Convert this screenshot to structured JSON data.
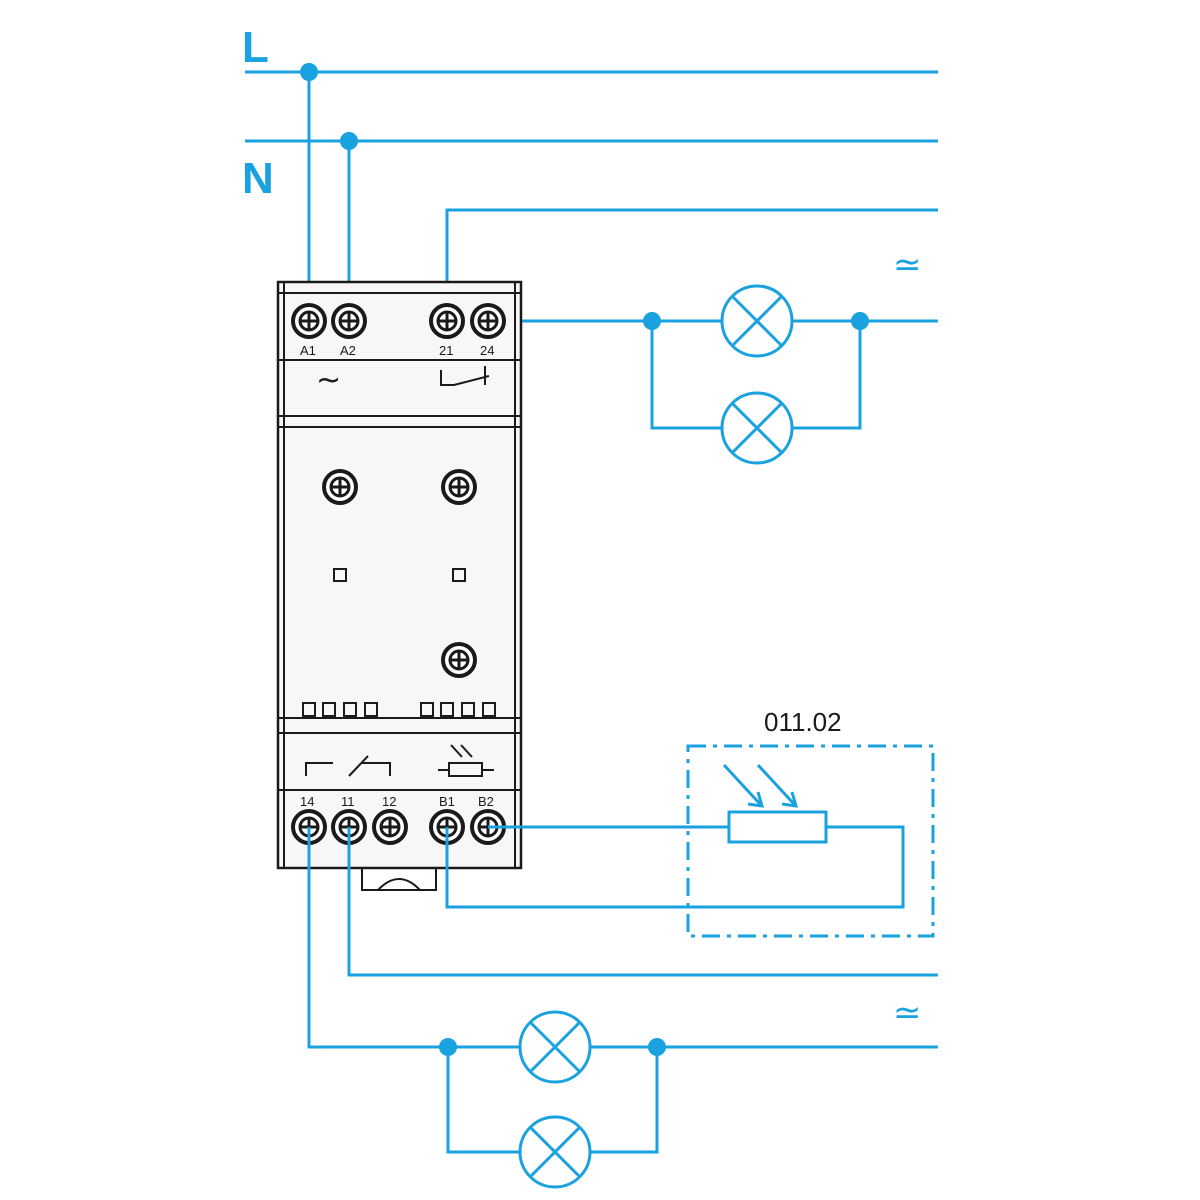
{
  "lines": {
    "live": "L",
    "neutral": "N"
  },
  "ac_symbol": "≃",
  "sensor_ref": "011.02",
  "device": {
    "top_terminals": [
      "A1",
      "A2",
      "21",
      "24"
    ],
    "bottom_terminals": [
      "14",
      "11",
      "12",
      "B1",
      "B2"
    ],
    "supply_symbol": "~"
  },
  "colors": {
    "wiring": "#1aa1e0",
    "device_outline": "#1a1a1a"
  },
  "icons": [
    "screw-terminal-icon",
    "lamp-icon",
    "light-sensor-icon",
    "contact-icon",
    "sine-wave-icon"
  ]
}
